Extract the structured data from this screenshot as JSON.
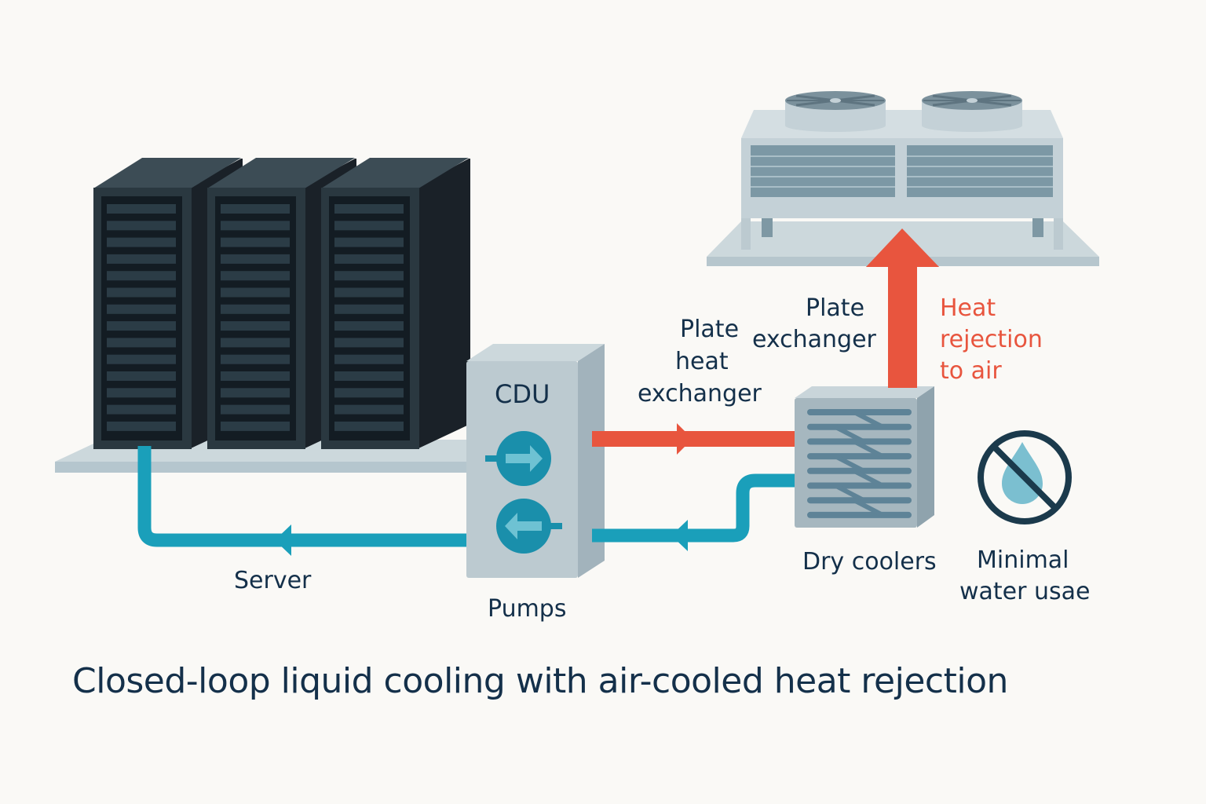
{
  "title": "Closed-loop liquid cooling with air-cooled heat rejection",
  "labels": {
    "server": "Server",
    "cdu": "CDU",
    "pumps": "Pumps",
    "plate_heat_exchanger": [
      "Plate",
      "heat",
      "exchanger"
    ],
    "plate_exchanger": [
      "Plate",
      "exchanger"
    ],
    "heat_rejection": [
      "Heat",
      "rejection",
      "to air"
    ],
    "dry_coolers": "Dry coolers",
    "minimal_water": [
      "Minimal",
      "water usae"
    ]
  },
  "icons": {
    "server_racks": "server-rack-icon",
    "cdu_pump_out": "arrow-right-icon",
    "cdu_pump_in": "arrow-left-icon",
    "dry_cooler": "dry-cooler-icon",
    "rooftop_unit": "rooftop-dry-cooler-icon",
    "no_water": "no-water-drop-icon"
  },
  "colors": {
    "hot_loop": "#e8553e",
    "cold_loop": "#1a9fba",
    "rack": "#1d252c",
    "equipment": "#b8c6cd",
    "text": "#14304a"
  }
}
